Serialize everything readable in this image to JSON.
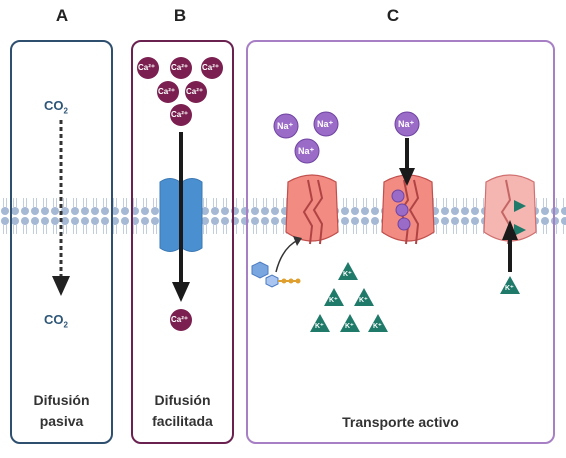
{
  "panels": {
    "a": {
      "letter": "A",
      "caption_line1": "Difusión",
      "caption_line2": "pasiva",
      "molecule_top": "CO",
      "molecule_bottom": "CO",
      "molecule_sub": "2"
    },
    "b": {
      "letter": "B",
      "caption_line1": "Difusión",
      "caption_line2": "facilitada",
      "ion_label": "Ca²⁺"
    },
    "c": {
      "letter": "C",
      "caption": "Transporte activo",
      "na_label": "Na⁺",
      "k_label": "K⁺"
    }
  },
  "colors": {
    "panel_a_border": "#2f4f6f",
    "panel_b_border": "#6b2150",
    "panel_c_border": "#a67fc4",
    "calcium": "#7a1f4f",
    "sodium": "#9b6bc8",
    "potassium": "#1f7a6a",
    "channel_protein": "#4a90d0",
    "pump_protein": "#f08080",
    "membrane": "#9aaec8"
  },
  "icons": {
    "arrow": "down-arrow",
    "atp_molecule": "atp-icon"
  }
}
